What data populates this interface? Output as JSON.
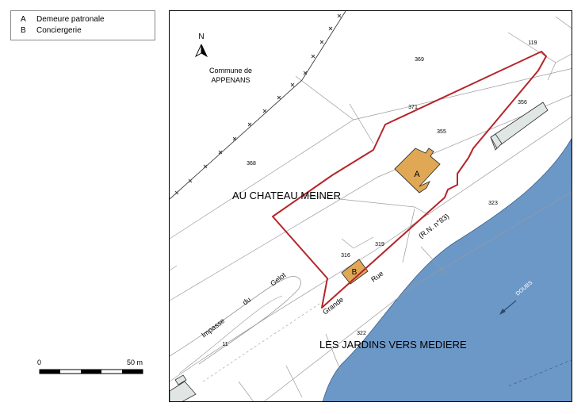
{
  "legend": {
    "items": [
      {
        "key": "A",
        "label": "Demeure patronale"
      },
      {
        "key": "B",
        "label": "Conciergerie"
      }
    ]
  },
  "scale": {
    "start": "0",
    "end": "50 m"
  },
  "north": "N",
  "map": {
    "commune": {
      "line1": "Commune de",
      "line2": "APPENANS"
    },
    "lieux": {
      "chateau": "AU CHATEAU MEINER",
      "jardins": "LES JARDINS VERS MEDIERE"
    },
    "river": "DOUBS",
    "road": {
      "grande": "Grande",
      "rue": "Rue",
      "rn": "(R.N. n°83)"
    },
    "impasse": {
      "w1": "Impasse",
      "w2": "du",
      "w3": "Gelot"
    },
    "buildings": {
      "a": "A",
      "b": "B"
    },
    "parcels": [
      "119",
      "369",
      "371",
      "356",
      "355",
      "368",
      "323",
      "319",
      "316",
      "322",
      "11"
    ],
    "colors": {
      "water": "#6c98c8",
      "building": "#e0a855",
      "boundary": "#b5252b",
      "annex": "#dfe6e4"
    }
  }
}
